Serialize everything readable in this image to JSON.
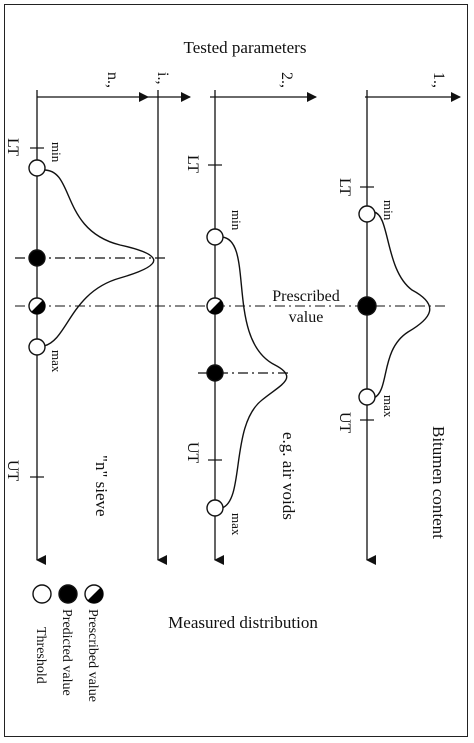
{
  "header": {
    "title": "Tested parameters"
  },
  "columns": [
    {
      "id": "n",
      "axis_top_label": "n.,",
      "axis_top_label_2": "i.,",
      "name": "\"n\" sieve",
      "lt_label": "LT",
      "ut_label": "UT",
      "min_label": "min",
      "max_label": "max"
    },
    {
      "id": "air",
      "axis_top_label": "2.,",
      "name": "e.g. air voids",
      "lt_label": "LT",
      "ut_label": "UT",
      "min_label": "min",
      "max_label": "max"
    },
    {
      "id": "bit",
      "axis_top_label": "1.,",
      "name": "Bitumen content",
      "lt_label": "LT",
      "ut_label": "UT",
      "min_label": "min",
      "max_label": "max"
    }
  ],
  "prescribed_value_label": {
    "line1": "Prescribed",
    "line2": "value"
  },
  "legend": {
    "prescribed": "Prescribed value",
    "predicted": "Predicted value",
    "threshold": "Threshold"
  },
  "footer": {
    "measured_distribution": "Measured distribution"
  },
  "colors": {
    "ink": "#111111",
    "frame": "#222222",
    "fill_predicted": "#000000",
    "fill_threshold": "#ffffff"
  }
}
